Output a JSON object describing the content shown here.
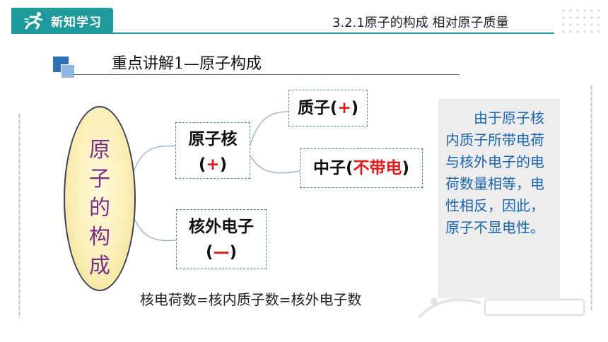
{
  "header": {
    "section_badge": "新知学习",
    "lesson_title": "3.2.1原子的构成  相对原子质量"
  },
  "section": {
    "title": "重点讲解1—原子构成"
  },
  "diagram": {
    "root": "原子的构成",
    "nucleus": {
      "label": "原子核",
      "charge": "+"
    },
    "proton": {
      "label": "质子",
      "charge": "+"
    },
    "neutron": {
      "label": "中子",
      "charge": "不带电"
    },
    "electron": {
      "label": "核外电子",
      "charge": "—"
    }
  },
  "formula": "核电荷数=核内质子数=核外电子数",
  "note": {
    "text": "由于原子核内质子所带电荷与核外电子的电荷数量相等，电性相反，因此，原子不显电性。"
  },
  "colors": {
    "teal": "#1f9a9a",
    "charge_red": "#e01a1a",
    "root_text": "#7a2f87",
    "note_text": "#1a64b0"
  },
  "icons": {
    "badge": "running-person-icon",
    "section": "stacked-squares-icon"
  }
}
